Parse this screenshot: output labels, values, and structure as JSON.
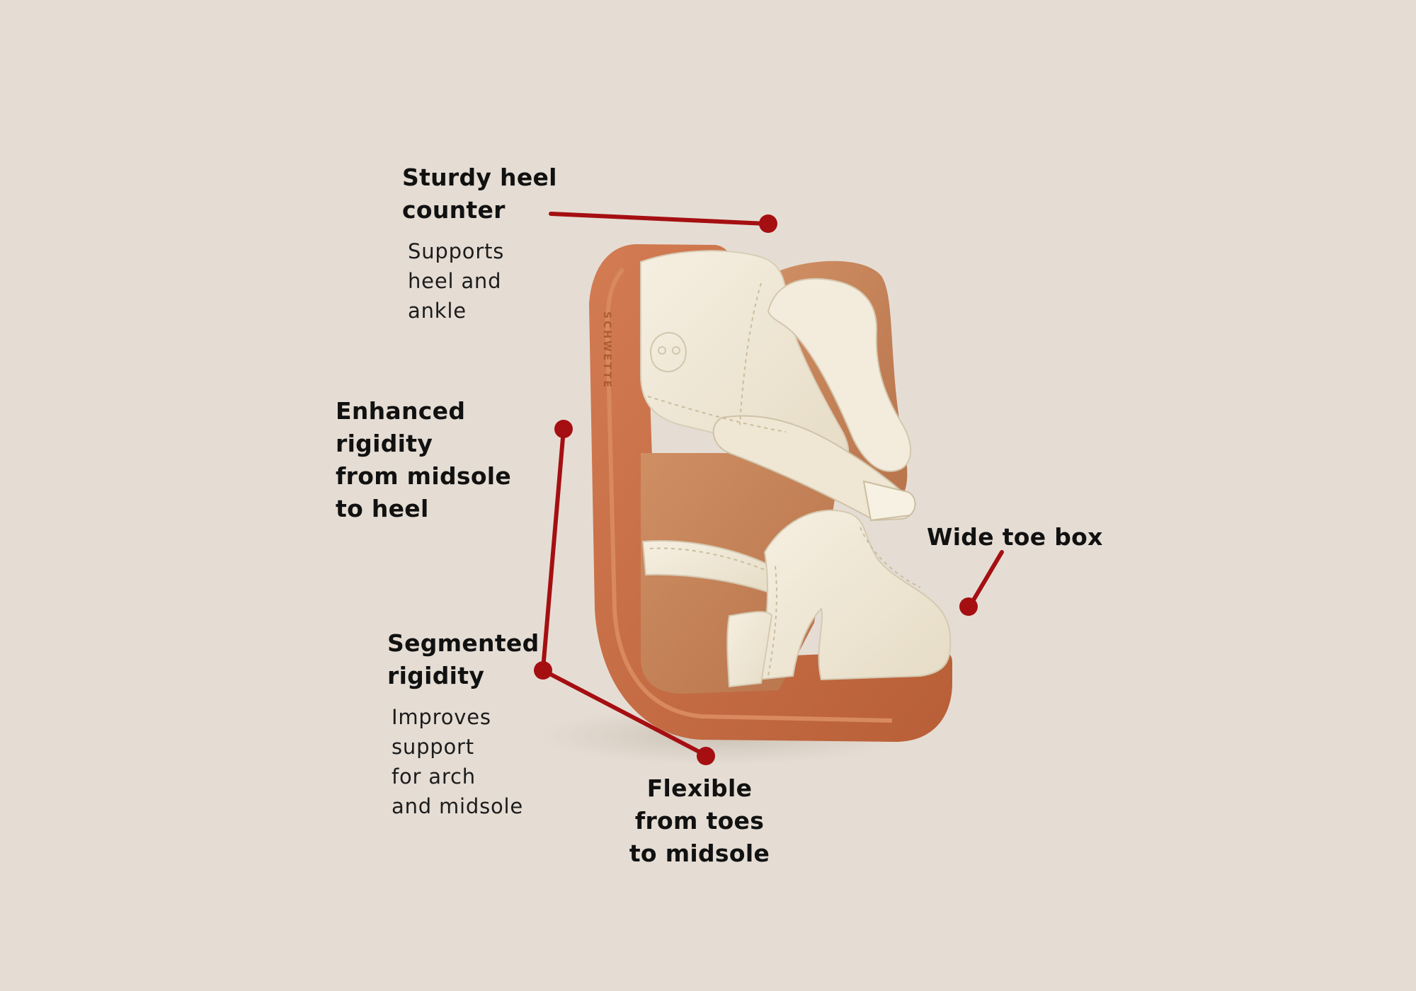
{
  "colors": {
    "background": "#e5ddd4",
    "accent": "#a50f12",
    "sole": "#c76b43",
    "leather": "#efe7d6",
    "lining": "#c8865b",
    "text": "#111111"
  },
  "product": {
    "name": "shoe-image",
    "brand_mark": "SCHWETTE"
  },
  "features": [
    {
      "id": "heel-counter",
      "title_lines": [
        "Sturdy heel",
        "counter"
      ],
      "desc_lines": [
        "Supports",
        "heel and",
        "ankle"
      ]
    },
    {
      "id": "enhanced-rigidity",
      "title_lines": [
        "Enhanced",
        "rigidity",
        "from midsole",
        "to heel"
      ],
      "desc_lines": []
    },
    {
      "id": "wide-toe-box",
      "title_lines": [
        "Wide toe box"
      ],
      "desc_lines": []
    },
    {
      "id": "segmented-rigidity",
      "title_lines": [
        "Segmented",
        "rigidity"
      ],
      "desc_lines": [
        "Improves",
        "support",
        "for arch",
        "and midsole"
      ]
    },
    {
      "id": "flexible",
      "title_lines": [
        "Flexible",
        "from toes",
        "to midsole"
      ],
      "desc_lines": []
    }
  ]
}
